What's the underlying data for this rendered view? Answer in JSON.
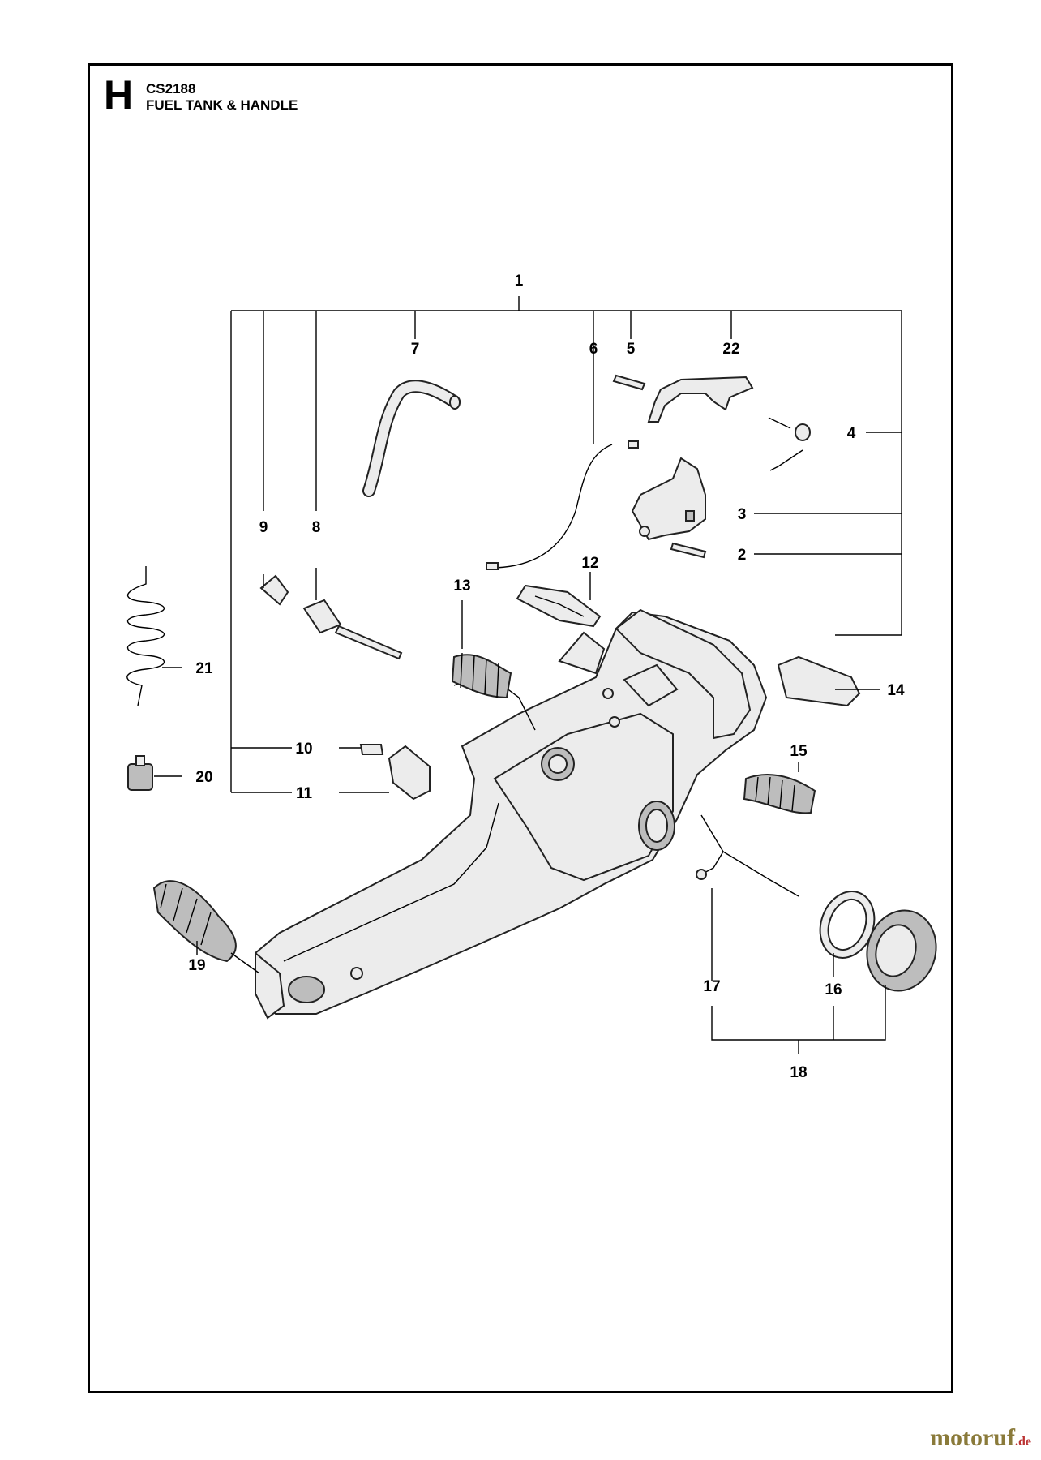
{
  "header": {
    "section_letter": "H",
    "model_code": "CS2188",
    "title": "FUEL TANK & HANDLE"
  },
  "callouts": {
    "c1": "1",
    "c2": "2",
    "c3": "3",
    "c4": "4",
    "c5": "5",
    "c6": "6",
    "c7": "7",
    "c8": "8",
    "c9": "9",
    "c10": "10",
    "c11": "11",
    "c12": "12",
    "c13": "13",
    "c14": "14",
    "c15": "15",
    "c16": "16",
    "c17": "17",
    "c18": "18",
    "c19": "19",
    "c20": "20",
    "c21": "21",
    "c22": "22"
  },
  "watermark": {
    "text": "motoruf",
    "suffix": ".de"
  }
}
